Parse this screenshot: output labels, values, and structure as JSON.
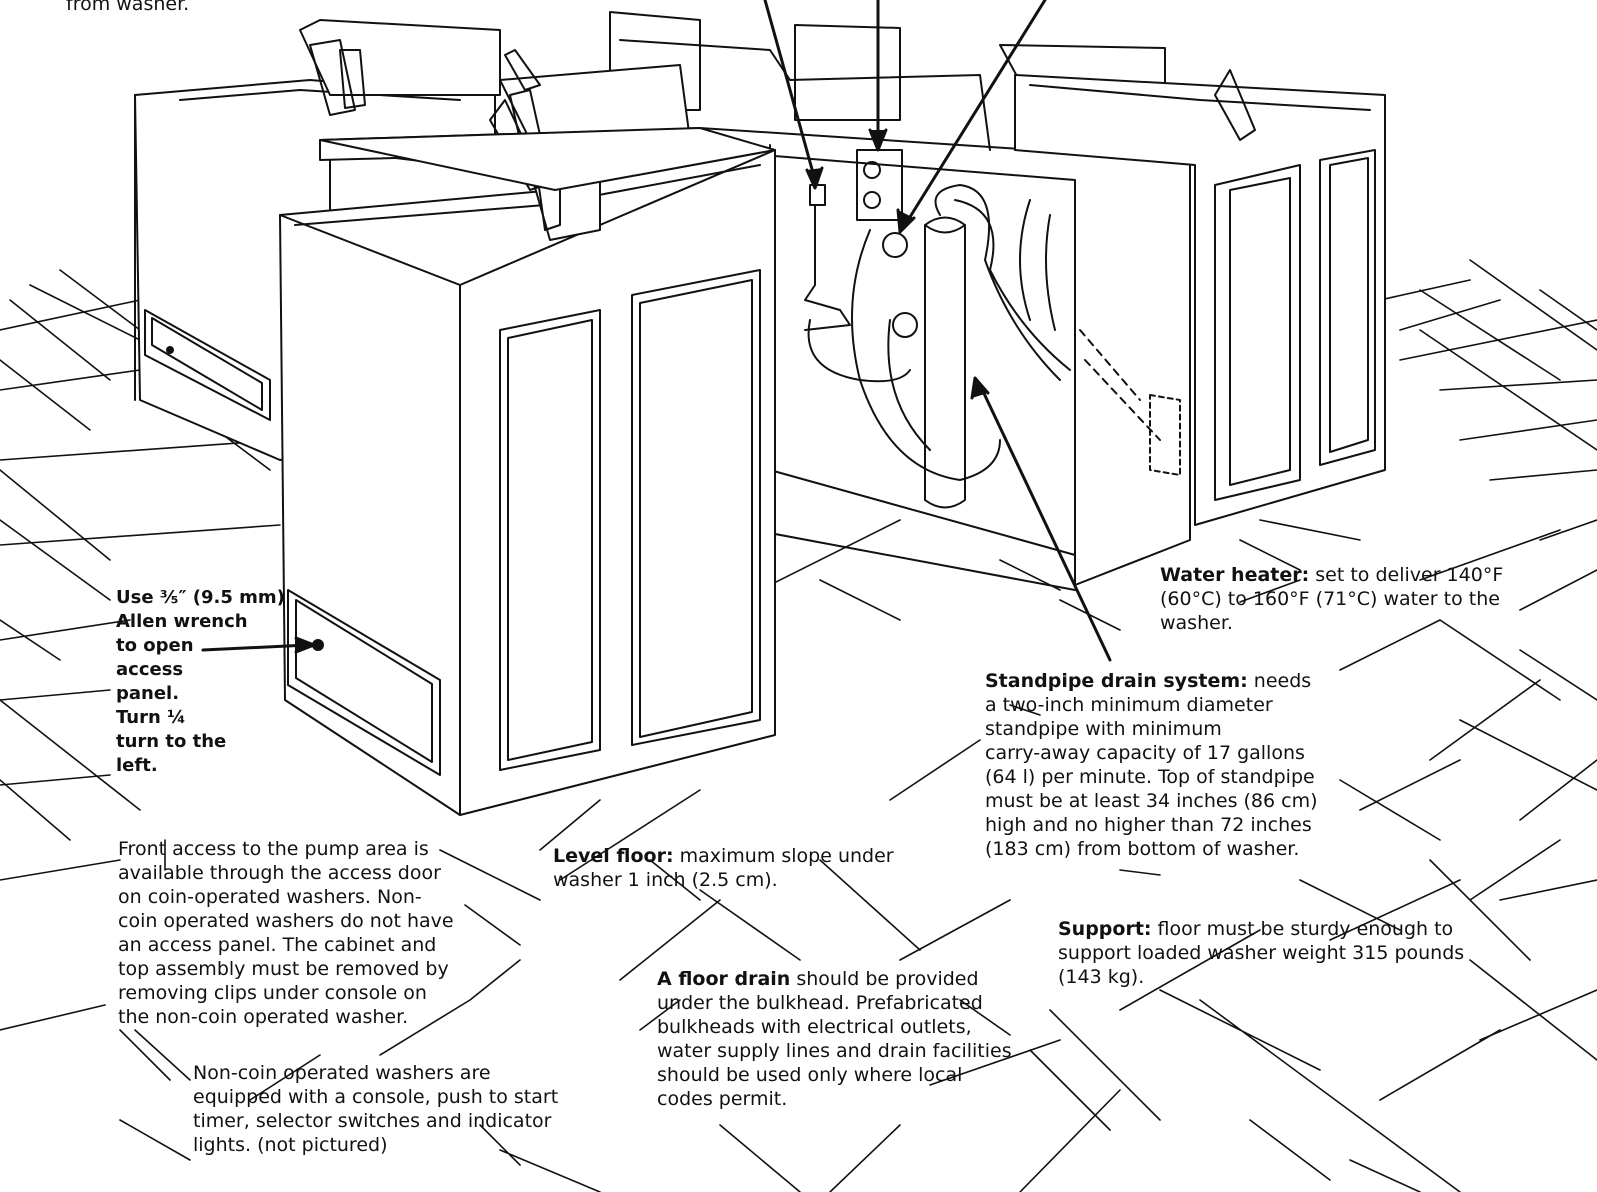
{
  "top_fragment": "from washer.",
  "allen": {
    "lines": [
      "Use ⅗″ (9.5 mm)",
      "Allen wrench",
      "to open",
      "access",
      "panel.",
      "Turn ¼",
      "turn to the",
      "left."
    ]
  },
  "water_heater": {
    "label": "Water heater:",
    "lines": [
      " set to deliver 140°F",
      "(60°C) to 160°F (71°C) water to the",
      "washer."
    ]
  },
  "standpipe": {
    "label": "Standpipe drain system:",
    "lines": [
      " needs",
      "a two-inch minimum diameter",
      "standpipe with minimum",
      "carry-away capacity of 17 gallons",
      "(64 l) per minute. Top of standpipe",
      "must be at least 34 inches (86 cm)",
      "high and no higher than 72 inches",
      "(183 cm) from bottom of washer."
    ]
  },
  "front_access": {
    "lines": [
      "Front access to the pump area is",
      "available through the access door",
      "on coin-operated washers. Non-",
      "coin operated washers do not have",
      "an access panel. The cabinet and",
      "top assembly must be removed by",
      "removing clips under console on",
      "the non-coin operated washer."
    ]
  },
  "level_floor": {
    "label": "Level floor:",
    "lines": [
      " maximum slope under",
      "washer 1 inch (2.5 cm)."
    ]
  },
  "support": {
    "label": "Support:",
    "lines": [
      " floor must be sturdy enough to",
      "support loaded washer weight 315 pounds",
      "(143 kg)."
    ]
  },
  "floor_drain": {
    "label": "A floor drain",
    "lines": [
      " should be provided",
      "under the bulkhead. Prefabricated",
      "bulkheads with electrical outlets,",
      "water supply lines and drain facilities",
      "should be used only where local",
      "codes permit."
    ]
  },
  "non_coin": {
    "lines": [
      "Non-coin operated washers are",
      "equipped with a console, push to start",
      "timer, selector switches and indicator",
      "lights. (not pictured)"
    ]
  },
  "colors": {
    "ink": "#111111",
    "paper": "#ffffff"
  }
}
